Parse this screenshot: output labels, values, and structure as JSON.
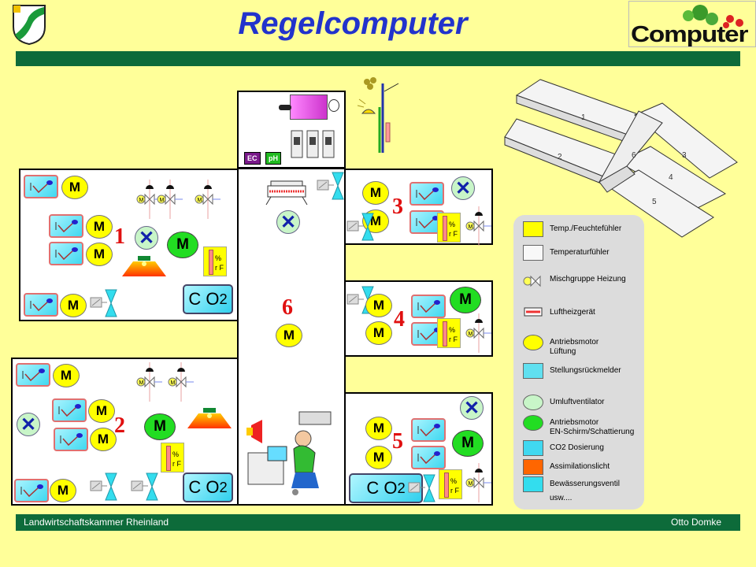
{
  "title": "Regelcomputer",
  "logo_right": "Computer",
  "footer": {
    "left": "Landwirtschaftskammer Rheinland",
    "right": "Otto Domke"
  },
  "symbols": {
    "motor": "M",
    "co2": "C O",
    "co2_sub": "2",
    "rf_pct": "%",
    "rf": "r F",
    "ec": "EC",
    "ph": "pH"
  },
  "colors": {
    "ec": "#7a1a8a",
    "ph": "#22bb22",
    "bar": "#0d6b3a"
  },
  "zones": [
    "1",
    "2",
    "3",
    "4",
    "5",
    "6"
  ],
  "house_labels": [
    "1",
    "2",
    "3",
    "4",
    "5",
    "6"
  ],
  "legend": [
    {
      "icon": "temp-humidity-sensor",
      "label": "Temp./Feuchtefühler"
    },
    {
      "icon": "temperature-sensor",
      "label": "Temperaturfühler"
    },
    {
      "icon": "mixing-group",
      "label": "Mischgruppe Heizung"
    },
    {
      "icon": "air-heater",
      "label": "Luftheizgerät"
    },
    {
      "icon": "vent-motor",
      "label": "Antriebsmotor",
      "label2": "Lüftung"
    },
    {
      "icon": "position-feedback",
      "label": "Stellungsrückmelder"
    },
    {
      "icon": "circulation-fan",
      "label": "Umluftventilator"
    },
    {
      "icon": "screen-motor",
      "label": "Antriebsmotor",
      "label2": "EN-Schirm/Schattierung"
    },
    {
      "icon": "co2",
      "label": "CO2 Dosierung"
    },
    {
      "icon": "assimilation-light",
      "label": "Assimilationslicht"
    },
    {
      "icon": "irrigation-valve",
      "label": "Bewässerungsventil"
    },
    {
      "icon": "",
      "label": "usw...."
    }
  ]
}
